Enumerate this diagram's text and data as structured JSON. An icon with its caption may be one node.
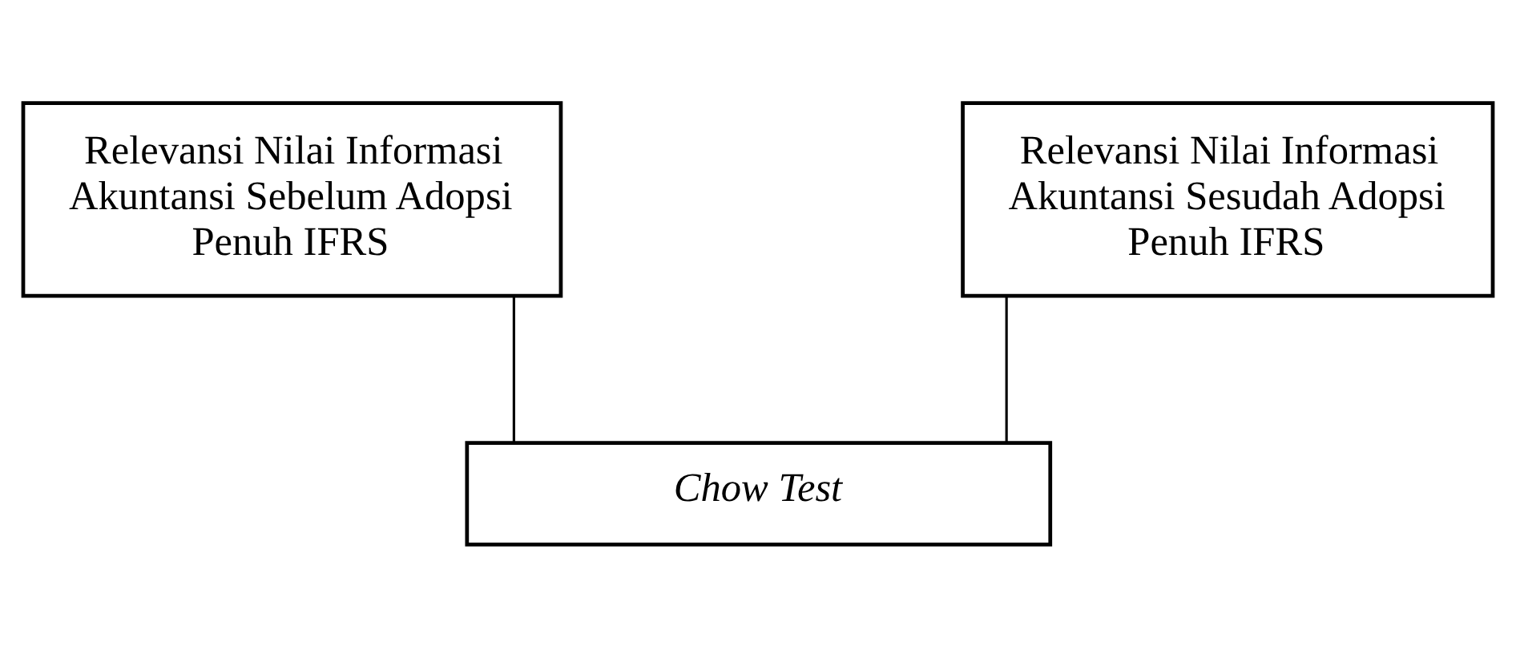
{
  "diagram": {
    "nodes": [
      {
        "text": [
          "Relevansi Nilai Informasi Akuntansi Sebelum Adopsi Penuh IFRS"
        ]
      },
      {
        "text": [
          "Relevansi Nilai Informasi Akuntansi Sesudah Adopsi Penuh IFRS"
        ]
      },
      {
        "text": [
          "Chow Test"
        ]
      }
    ],
    "edges": [
      {
        "from": 0,
        "to": 2,
        "arrow": "none"
      },
      {
        "from": 1,
        "to": 2,
        "arrow": "none"
      }
    ]
  }
}
